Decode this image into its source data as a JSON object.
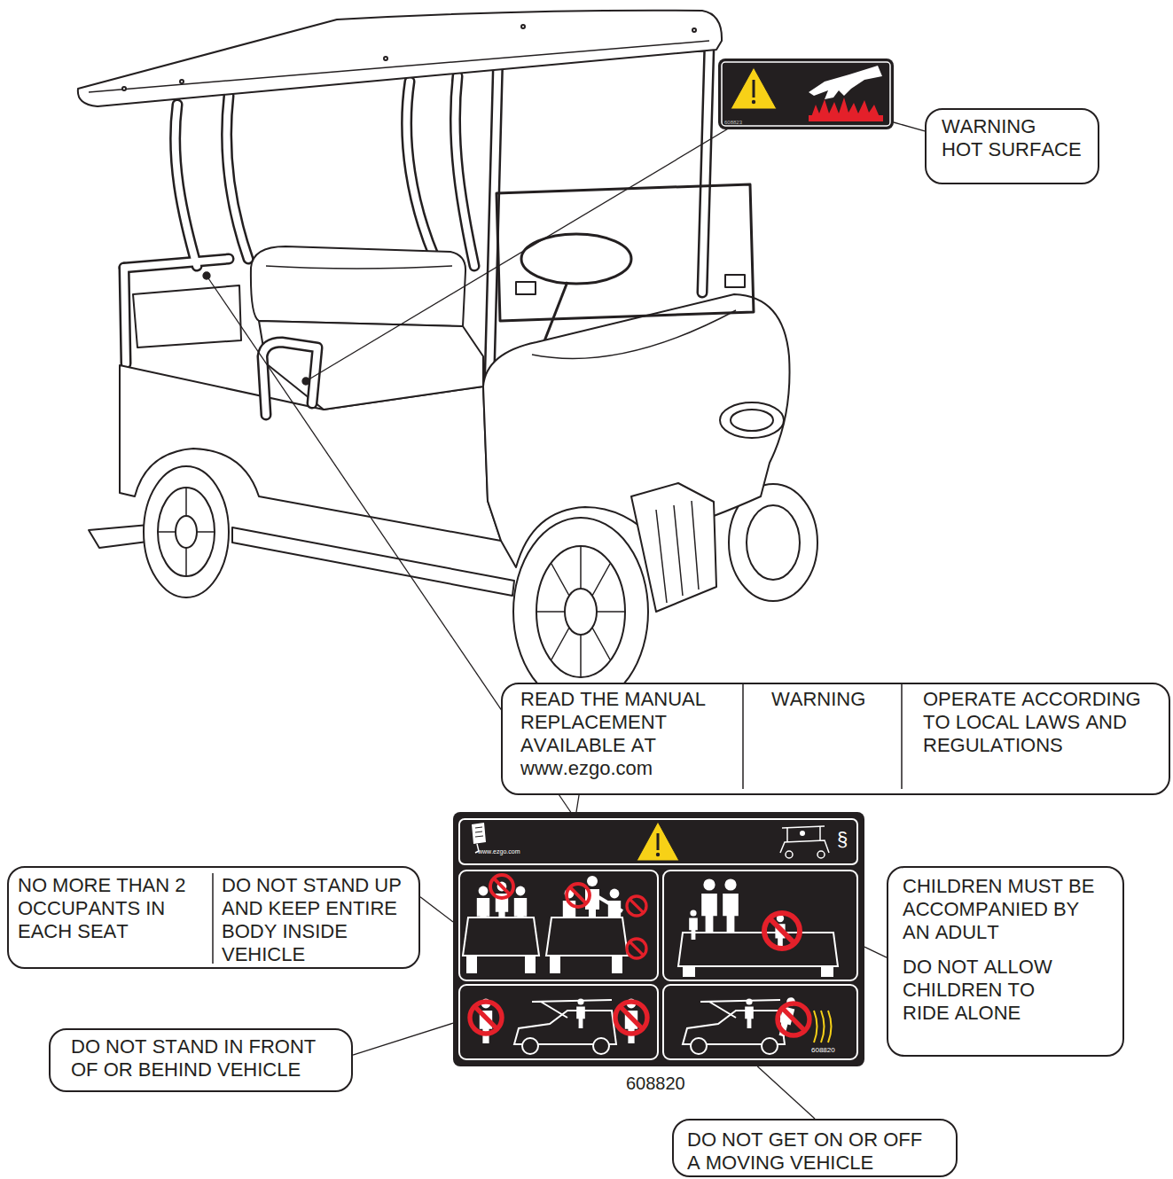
{
  "diagram": {
    "nodes": [
      {
        "text": [
          "WARNING HOT SURFACE"
        ]
      },
      {
        "text": [
          "608823"
        ]
      },
      {
        "text": [
          "READ THE MANUAL REPLACEMENT AVAILABLE AT www.ezgo.com",
          "WARNING",
          "OPERATE ACCORDING TO LOCAL LAWS AND REGULATIONS"
        ]
      },
      {
        "text": [
          "www.ezgo.com",
          "608820"
        ]
      },
      {
        "text": [
          "NO MORE THAN 2 OCCUPANTS IN EACH SEAT",
          "DO NOT STAND UP AND KEEP ENTIRE BODY INSIDE VEHICLE"
        ]
      },
      {
        "text": [
          "CHILDREN MUST BE ACCOMPANIED BY AN ADULT",
          "DO NOT ALLOW CHILDREN TO RIDE ALONE"
        ]
      },
      {
        "text": [
          "DO NOT STAND IN FRONT OF OR BEHIND VEHICLE"
        ]
      },
      {
        "text": [
          "DO NOT GET ON OR OFF A MOVING VEHICLE"
        ]
      }
    ],
    "edges": [
      {
        "from": 0,
        "to": 1,
        "arrow": "none"
      },
      {
        "from": 2,
        "to": 3,
        "arrow": "none"
      },
      {
        "from": 4,
        "to": 3,
        "arrow": "none"
      },
      {
        "from": 5,
        "to": 3,
        "arrow": "none"
      },
      {
        "from": 6,
        "to": 3,
        "arrow": "none"
      },
      {
        "from": 7,
        "to": 3,
        "arrow": "none"
      }
    ],
    "labels": [
      "§",
      "608820"
    ]
  }
}
